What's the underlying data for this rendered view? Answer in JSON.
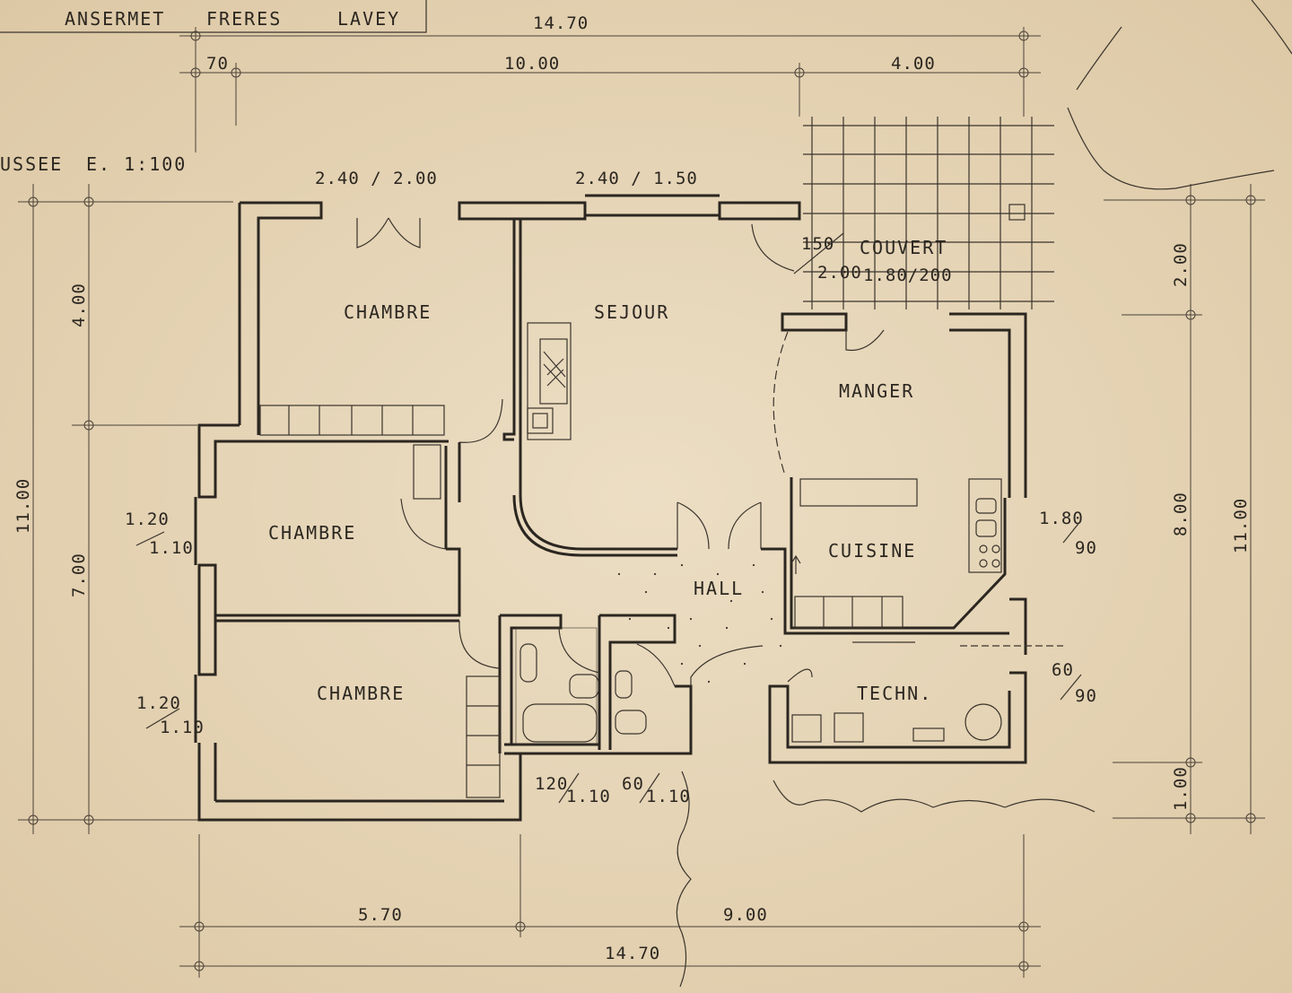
{
  "title_block": {
    "name1": "ANSERMET",
    "name2": "FRERES",
    "place": "LAVEY"
  },
  "scale": {
    "level": "USSEE",
    "scale": "E. 1:100"
  },
  "rooms": {
    "chambre1": "CHAMBRE",
    "sejour": "SEJOUR",
    "manger": "MANGER",
    "chambre2": "CHAMBRE",
    "cuisine": "CUISINE",
    "hall": "HALL",
    "chambre3": "CHAMBRE",
    "techn": "TECHN.",
    "couvert": "COUVERT"
  },
  "dimensions": {
    "top_total": "14.70",
    "top_a": "70",
    "top_b": "10.00",
    "top_c": "4.00",
    "left_upper": "4.00",
    "left_total": "11.00",
    "left_lower": "7.00",
    "right_a": "2.00",
    "right_b": "8.00",
    "right_c": "1.00",
    "right_total": "11.00",
    "bottom_a": "5.70",
    "bottom_b": "9.00",
    "bottom_total": "14.70"
  },
  "openings": {
    "w_chambre_top": "2.40 / 2.00",
    "w_sejour_top": "2.40 / 1.50",
    "couvert_a_top": "150",
    "couvert_a_bottom": "2.00",
    "couvert_size": "1.80/200",
    "w_left1_top": "1.20",
    "w_left1_bottom": "1.10",
    "w_left2_top": "1.20",
    "w_left2_bottom": "1.10",
    "w_cuisine_top": "1.80",
    "w_cuisine_bottom": "90",
    "w_techn_top": "60",
    "w_techn_bottom": "90",
    "w_bath1_top": "120",
    "w_bath1_bottom": "1.10",
    "w_bath2_top": "60",
    "w_bath2_bottom": "1.10"
  },
  "colors": {
    "paper": "#e9d9bd",
    "ink": "#2b2620"
  }
}
